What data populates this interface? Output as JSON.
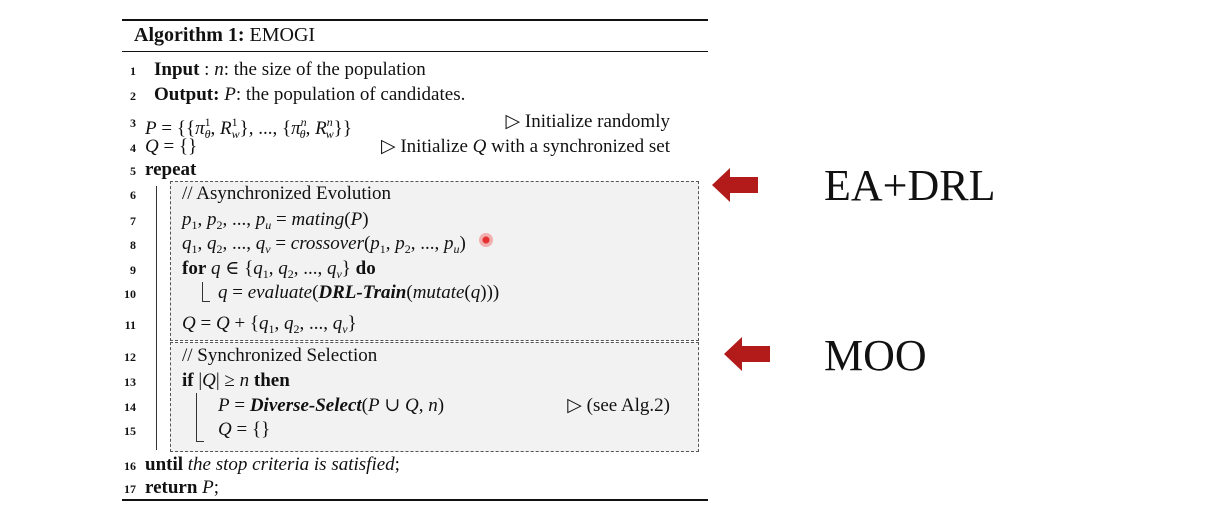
{
  "algorithm": {
    "title_prefix": "Algorithm 1:",
    "title_name": "EMOGI",
    "lines": [
      {
        "num": "1",
        "kw": "Input",
        "sep": ": ",
        "var": "n",
        "text": ": the size of the population"
      },
      {
        "num": "2",
        "kw": "Output:",
        "var": "P",
        "text": ": the population of candidates."
      },
      {
        "num": "3",
        "comment": "Initialize randomly"
      },
      {
        "num": "4",
        "comment_prefix": "Initialize",
        "comment_var": "Q",
        "comment_text": "with a synchronized set"
      },
      {
        "num": "5",
        "kw": "repeat"
      },
      {
        "num": "6",
        "text": "// Asynchronized Evolution"
      },
      {
        "num": "7"
      },
      {
        "num": "8"
      },
      {
        "num": "9",
        "kw_for": "for",
        "kw_do": "do"
      },
      {
        "num": "10",
        "fn_evaluate": "evaluate",
        "fn_train": "DRL-Train",
        "fn_mutate": "mutate"
      },
      {
        "num": "11"
      },
      {
        "num": "12",
        "text": "// Synchronized Selection"
      },
      {
        "num": "13",
        "kw_if": "if",
        "kw_then": "then"
      },
      {
        "num": "14",
        "fn_select": "Diverse-Select",
        "comment": "(see Alg.2)"
      },
      {
        "num": "15"
      },
      {
        "num": "16",
        "kw": "until",
        "text": "the stop criteria is satisfied"
      },
      {
        "num": "17",
        "kw": "return",
        "var": "P"
      }
    ],
    "fn_mating": "mating",
    "fn_crossover": "crossover"
  },
  "annotations": {
    "label_1": "EA+DRL",
    "label_2": "MOO",
    "arrow_color": "#b31b1b"
  }
}
